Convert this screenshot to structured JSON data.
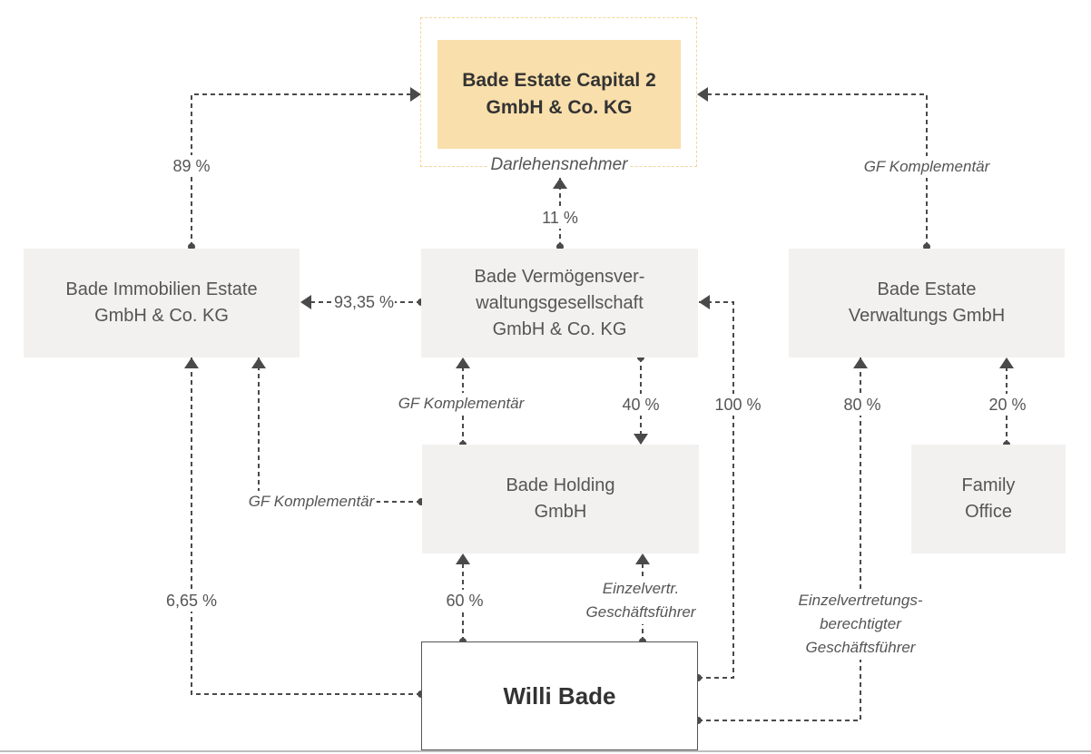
{
  "nodes": {
    "borrower": {
      "lines": [
        "Bade Estate Capital 2",
        "GmbH & Co. KG"
      ],
      "role": "Darlehensnehmer"
    },
    "immobilien": {
      "lines": [
        "Bade Immobilien Estate",
        "GmbH & Co. KG"
      ]
    },
    "vermoegen": {
      "lines": [
        "Bade Vermögensver-",
        "waltungsgesellschaft",
        "GmbH & Co. KG"
      ]
    },
    "verwaltungs": {
      "lines": [
        "Bade Estate",
        "Verwaltungs GmbH"
      ]
    },
    "holding": {
      "lines": [
        "Bade Holding",
        "GmbH"
      ]
    },
    "family_office": {
      "lines": [
        "Family",
        "Office"
      ]
    },
    "person": {
      "name": "Willi Bade"
    }
  },
  "edge_labels": {
    "immobilien_to_borrower": "89 %",
    "verwaltungs_to_borrower": "GF Komplementär",
    "vermoegen_to_borrower": "11 %",
    "vermoegen_to_immobilien": "93,35 %",
    "holding_to_vermoegen": "GF Komplementär",
    "vermoegen_to_holding": "40 %",
    "person_to_vermoegen": "100 %",
    "person_to_verwaltungs": "80 %",
    "family_to_verwaltungs": "20 %",
    "holding_to_immobilien": "GF Komplementär",
    "person_to_immobilien": "6,65 %",
    "person_to_holding_share": "60 %",
    "person_to_holding_md": [
      "Einzelvertr.",
      "Geschäftsführer"
    ],
    "person_to_verwaltungs_md": [
      "Einzelvertretungs-",
      "berechtigter",
      "Geschäftsführer"
    ]
  },
  "colors": {
    "target_fill": "#f9dfab",
    "target_frame": "#f5d49a",
    "box_fill": "#f2f1ef",
    "line": "#4a4a4a",
    "text": "#555555"
  }
}
